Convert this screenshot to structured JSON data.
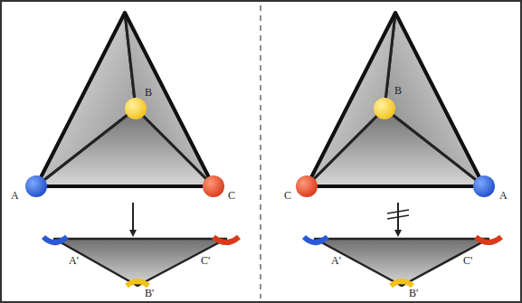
{
  "diagram": {
    "labels": [
      "B",
      "B",
      "A",
      "C",
      "C",
      "A",
      "A'",
      "C'",
      "A'",
      "C'",
      "B'",
      "B'"
    ]
  }
}
